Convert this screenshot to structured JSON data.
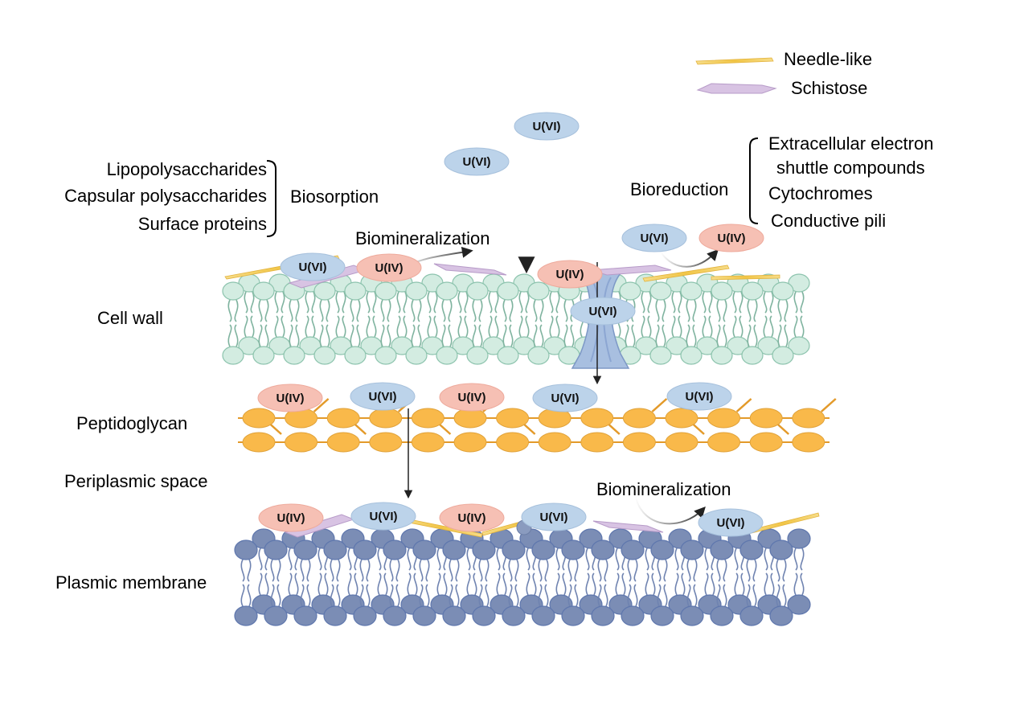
{
  "legend": {
    "needle_label": "Needle-like",
    "schistose_label": "Schistose"
  },
  "layers": {
    "cell_wall": "Cell wall",
    "peptidoglycan": "Peptidoglycan",
    "periplasmic_space": "Periplasmic space",
    "plasmic_membrane": "Plasmic membrane"
  },
  "biosorption": {
    "items": [
      "Lipopolysaccharides",
      "Capsular polysaccharides",
      "Surface proteins"
    ],
    "label": "Biosorption"
  },
  "bioreduction": {
    "label": "Bioreduction",
    "items": [
      "Extracellular electron",
      "shuttle compounds",
      "Cytochromes",
      "Conductive pili"
    ]
  },
  "biomineralization": {
    "top_label": "Biomineralization",
    "bottom_label": "Biomineralization"
  },
  "species": {
    "u6": "U(VI)",
    "u4": "U(IV)"
  },
  "colors": {
    "u6_fill": "#bcd3ea",
    "u4_fill": "#f6c0b4",
    "cell_wall_head": "#d3ece1",
    "peptidoglycan_bead": "#f9b94a",
    "membrane_head": "#7b8db5",
    "needle": "#f4cf5c",
    "schistose": "#d8c3e3",
    "channel": "#a8bfe0"
  }
}
